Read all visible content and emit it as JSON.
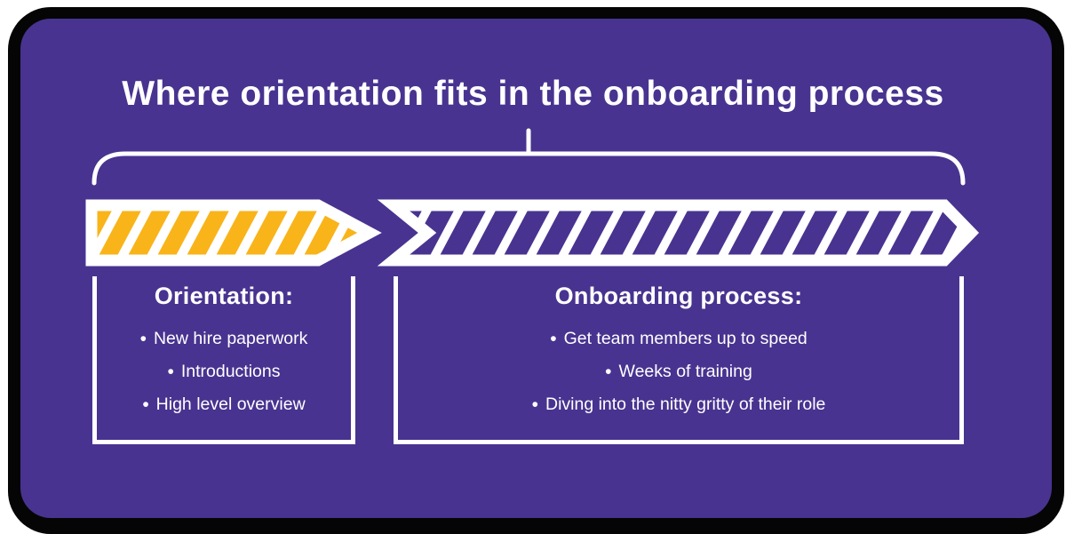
{
  "ui": {
    "bullet_char": "•"
  },
  "colors": {
    "page_background": "#FFFFFF",
    "frame_black": "#050505",
    "panel_purple": "#483390",
    "stripe_yellow": "#F9B41A",
    "text_white": "#FFFFFF"
  },
  "title": "Where orientation fits in the onboarding process",
  "sections": [
    {
      "heading": "Orientation:",
      "bullets": [
        "New hire paperwork",
        "Introductions",
        "High level overview"
      ]
    },
    {
      "heading": "Onboarding process:",
      "bullets": [
        "Get team members up to speed",
        "Weeks of training",
        "Diving into the nitty gritty of their role"
      ]
    }
  ]
}
